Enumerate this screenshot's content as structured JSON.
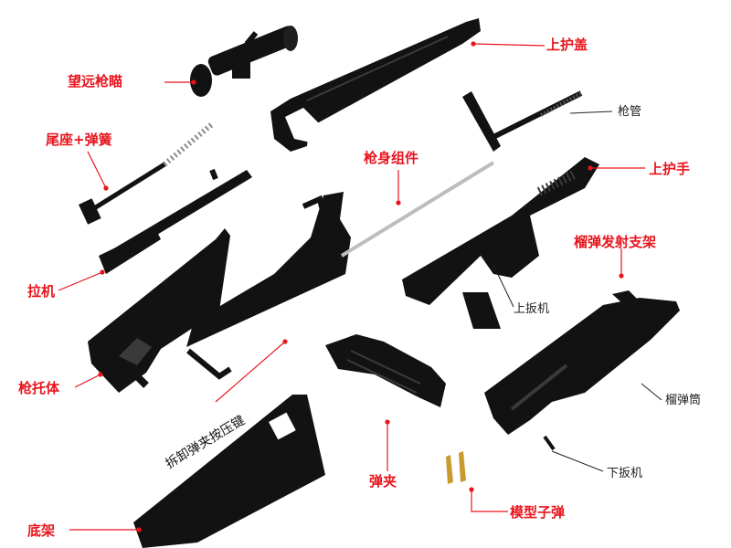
{
  "colors": {
    "callout": "#e8141c",
    "part": "#121212",
    "part_highlight": "#3a3a3a",
    "barrel": "#bdbdbd",
    "brass": "#c99a2e",
    "background": "#ffffff"
  },
  "labels": {
    "upper_cover": "上护盖",
    "scope": "望远枪瞄",
    "barrel": "枪管",
    "butt_spring": "尾座+弹簧",
    "gun_body_assembly": "枪身组件",
    "upper_handguard": "上护手",
    "grenade_launcher_mount": "榴弹发射支架",
    "bolt": "拉机",
    "upper_trigger": "上扳机",
    "stock_body": "枪托体",
    "grenade_tube": "榴弹筒",
    "mag_release_button": "拆卸弹夹按压键",
    "magazine": "弹夹",
    "lower_trigger": "下扳机",
    "model_bullets": "模型子弹",
    "base_stand": "底架"
  }
}
